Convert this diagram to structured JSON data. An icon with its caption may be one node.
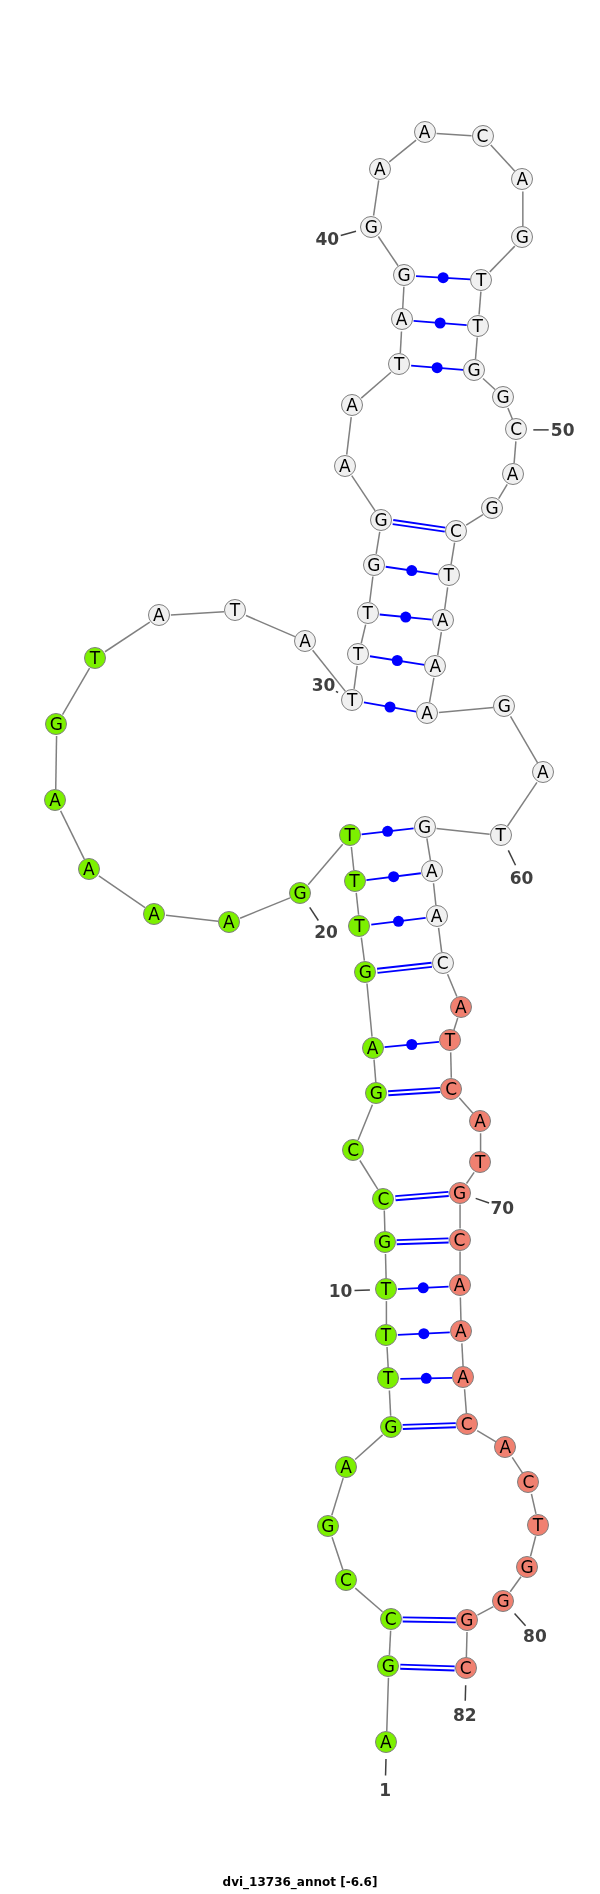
{
  "diagram": {
    "caption": "dvi_13736_annot [-6.6]",
    "nodes": [
      {
        "text": [
          "A"
        ],
        "beside": [
          "1"
        ]
      },
      {
        "text": [
          "G"
        ]
      },
      {
        "text": [
          "C"
        ]
      },
      {
        "text": [
          "C"
        ]
      },
      {
        "text": [
          "G"
        ]
      },
      {
        "text": [
          "A"
        ]
      },
      {
        "text": [
          "G"
        ]
      },
      {
        "text": [
          "T"
        ]
      },
      {
        "text": [
          "T"
        ]
      },
      {
        "text": [
          "T"
        ],
        "beside": [
          "10"
        ]
      },
      {
        "text": [
          "G"
        ]
      },
      {
        "text": [
          "C"
        ]
      },
      {
        "text": [
          "C"
        ]
      },
      {
        "text": [
          "G"
        ]
      },
      {
        "text": [
          "A"
        ]
      },
      {
        "text": [
          "G"
        ]
      },
      {
        "text": [
          "T"
        ]
      },
      {
        "text": [
          "T"
        ]
      },
      {
        "text": [
          "T"
        ]
      },
      {
        "text": [
          "G"
        ],
        "beside": [
          "20"
        ]
      },
      {
        "text": [
          "A"
        ]
      },
      {
        "text": [
          "A"
        ]
      },
      {
        "text": [
          "A"
        ]
      },
      {
        "text": [
          "A"
        ]
      },
      {
        "text": [
          "G"
        ]
      },
      {
        "text": [
          "T"
        ]
      },
      {
        "text": [
          "A"
        ]
      },
      {
        "text": [
          "T"
        ]
      },
      {
        "text": [
          "A"
        ]
      },
      {
        "text": [
          "T"
        ],
        "beside": [
          "30"
        ]
      },
      {
        "text": [
          "T"
        ]
      },
      {
        "text": [
          "T"
        ]
      },
      {
        "text": [
          "G"
        ]
      },
      {
        "text": [
          "G"
        ]
      },
      {
        "text": [
          "A"
        ]
      },
      {
        "text": [
          "A"
        ]
      },
      {
        "text": [
          "T"
        ]
      },
      {
        "text": [
          "A"
        ]
      },
      {
        "text": [
          "G"
        ]
      },
      {
        "text": [
          "G"
        ],
        "beside": [
          "40"
        ]
      },
      {
        "text": [
          "A"
        ]
      },
      {
        "text": [
          "A"
        ]
      },
      {
        "text": [
          "C"
        ]
      },
      {
        "text": [
          "A"
        ]
      },
      {
        "text": [
          "G"
        ]
      },
      {
        "text": [
          "T"
        ]
      },
      {
        "text": [
          "T"
        ]
      },
      {
        "text": [
          "G"
        ]
      },
      {
        "text": [
          "G"
        ]
      },
      {
        "text": [
          "C"
        ],
        "beside": [
          "50"
        ]
      },
      {
        "text": [
          "A"
        ]
      },
      {
        "text": [
          "G"
        ]
      },
      {
        "text": [
          "C"
        ]
      },
      {
        "text": [
          "T"
        ]
      },
      {
        "text": [
          "A"
        ]
      },
      {
        "text": [
          "A"
        ]
      },
      {
        "text": [
          "A"
        ]
      },
      {
        "text": [
          "G"
        ]
      },
      {
        "text": [
          "A"
        ]
      },
      {
        "text": [
          "T"
        ],
        "beside": [
          "60"
        ]
      },
      {
        "text": [
          "G"
        ]
      },
      {
        "text": [
          "A"
        ]
      },
      {
        "text": [
          "A"
        ]
      },
      {
        "text": [
          "C"
        ]
      },
      {
        "text": [
          "A"
        ]
      },
      {
        "text": [
          "T"
        ]
      },
      {
        "text": [
          "C"
        ]
      },
      {
        "text": [
          "A"
        ]
      },
      {
        "text": [
          "T"
        ]
      },
      {
        "text": [
          "G"
        ],
        "beside": [
          "70"
        ]
      },
      {
        "text": [
          "C"
        ]
      },
      {
        "text": [
          "A"
        ]
      },
      {
        "text": [
          "A"
        ]
      },
      {
        "text": [
          "A"
        ]
      },
      {
        "text": [
          "C"
        ]
      },
      {
        "text": [
          "A"
        ]
      },
      {
        "text": [
          "C"
        ]
      },
      {
        "text": [
          "T"
        ]
      },
      {
        "text": [
          "G"
        ]
      },
      {
        "text": [
          "G"
        ],
        "beside": [
          "80"
        ]
      },
      {
        "text": [
          "G"
        ]
      },
      {
        "text": [
          "C"
        ],
        "beside": [
          "82"
        ]
      }
    ],
    "edges": [
      {
        "from": 0,
        "to": 1,
        "arrow": "none"
      },
      {
        "from": 1,
        "to": 2,
        "arrow": "none"
      },
      {
        "from": 2,
        "to": 3,
        "arrow": "none"
      },
      {
        "from": 3,
        "to": 4,
        "arrow": "none"
      },
      {
        "from": 4,
        "to": 5,
        "arrow": "none"
      },
      {
        "from": 5,
        "to": 6,
        "arrow": "none"
      },
      {
        "from": 6,
        "to": 7,
        "arrow": "none"
      },
      {
        "from": 7,
        "to": 8,
        "arrow": "none"
      },
      {
        "from": 8,
        "to": 9,
        "arrow": "none"
      },
      {
        "from": 9,
        "to": 10,
        "arrow": "none"
      },
      {
        "from": 10,
        "to": 11,
        "arrow": "none"
      },
      {
        "from": 11,
        "to": 12,
        "arrow": "none"
      },
      {
        "from": 12,
        "to": 13,
        "arrow": "none"
      },
      {
        "from": 13,
        "to": 14,
        "arrow": "none"
      },
      {
        "from": 14,
        "to": 15,
        "arrow": "none"
      },
      {
        "from": 15,
        "to": 16,
        "arrow": "none"
      },
      {
        "from": 16,
        "to": 17,
        "arrow": "none"
      },
      {
        "from": 17,
        "to": 18,
        "arrow": "none"
      },
      {
        "from": 18,
        "to": 19,
        "arrow": "none"
      },
      {
        "from": 19,
        "to": 20,
        "arrow": "none"
      },
      {
        "from": 20,
        "to": 21,
        "arrow": "none"
      },
      {
        "from": 21,
        "to": 22,
        "arrow": "none"
      },
      {
        "from": 22,
        "to": 23,
        "arrow": "none"
      },
      {
        "from": 23,
        "to": 24,
        "arrow": "none"
      },
      {
        "from": 24,
        "to": 25,
        "arrow": "none"
      },
      {
        "from": 25,
        "to": 26,
        "arrow": "none"
      },
      {
        "from": 26,
        "to": 27,
        "arrow": "none"
      },
      {
        "from": 27,
        "to": 28,
        "arrow": "none"
      },
      {
        "from": 28,
        "to": 29,
        "arrow": "none"
      },
      {
        "from": 29,
        "to": 30,
        "arrow": "none"
      },
      {
        "from": 30,
        "to": 31,
        "arrow": "none"
      },
      {
        "from": 31,
        "to": 32,
        "arrow": "none"
      },
      {
        "from": 32,
        "to": 33,
        "arrow": "none"
      },
      {
        "from": 33,
        "to": 34,
        "arrow": "none"
      },
      {
        "from": 34,
        "to": 35,
        "arrow": "none"
      },
      {
        "from": 35,
        "to": 36,
        "arrow": "none"
      },
      {
        "from": 36,
        "to": 37,
        "arrow": "none"
      },
      {
        "from": 37,
        "to": 38,
        "arrow": "none"
      },
      {
        "from": 38,
        "to": 39,
        "arrow": "none"
      },
      {
        "from": 39,
        "to": 40,
        "arrow": "none"
      },
      {
        "from": 40,
        "to": 41,
        "arrow": "none"
      },
      {
        "from": 41,
        "to": 42,
        "arrow": "none"
      },
      {
        "from": 42,
        "to": 43,
        "arrow": "none"
      },
      {
        "from": 43,
        "to": 44,
        "arrow": "none"
      },
      {
        "from": 44,
        "to": 45,
        "arrow": "none"
      },
      {
        "from": 45,
        "to": 46,
        "arrow": "none"
      },
      {
        "from": 46,
        "to": 47,
        "arrow": "none"
      },
      {
        "from": 47,
        "to": 48,
        "arrow": "none"
      },
      {
        "from": 48,
        "to": 49,
        "arrow": "none"
      },
      {
        "from": 49,
        "to": 50,
        "arrow": "none"
      },
      {
        "from": 50,
        "to": 51,
        "arrow": "none"
      },
      {
        "from": 51,
        "to": 52,
        "arrow": "none"
      },
      {
        "from": 52,
        "to": 53,
        "arrow": "none"
      },
      {
        "from": 53,
        "to": 54,
        "arrow": "none"
      },
      {
        "from": 54,
        "to": 55,
        "arrow": "none"
      },
      {
        "from": 55,
        "to": 56,
        "arrow": "none"
      },
      {
        "from": 56,
        "to": 57,
        "arrow": "none"
      },
      {
        "from": 57,
        "to": 58,
        "arrow": "none"
      },
      {
        "from": 58,
        "to": 59,
        "arrow": "none"
      },
      {
        "from": 59,
        "to": 60,
        "arrow": "none"
      },
      {
        "from": 60,
        "to": 61,
        "arrow": "none"
      },
      {
        "from": 61,
        "to": 62,
        "arrow": "none"
      },
      {
        "from": 62,
        "to": 63,
        "arrow": "none"
      },
      {
        "from": 63,
        "to": 64,
        "arrow": "none"
      },
      {
        "from": 64,
        "to": 65,
        "arrow": "none"
      },
      {
        "from": 65,
        "to": 66,
        "arrow": "none"
      },
      {
        "from": 66,
        "to": 67,
        "arrow": "none"
      },
      {
        "from": 67,
        "to": 68,
        "arrow": "none"
      },
      {
        "from": 68,
        "to": 69,
        "arrow": "none"
      },
      {
        "from": 69,
        "to": 70,
        "arrow": "none"
      },
      {
        "from": 70,
        "to": 71,
        "arrow": "none"
      },
      {
        "from": 71,
        "to": 72,
        "arrow": "none"
      },
      {
        "from": 72,
        "to": 73,
        "arrow": "none"
      },
      {
        "from": 73,
        "to": 74,
        "arrow": "none"
      },
      {
        "from": 74,
        "to": 75,
        "arrow": "none"
      },
      {
        "from": 75,
        "to": 76,
        "arrow": "none"
      },
      {
        "from": 76,
        "to": 77,
        "arrow": "none"
      },
      {
        "from": 77,
        "to": 78,
        "arrow": "none"
      },
      {
        "from": 78,
        "to": 79,
        "arrow": "none"
      },
      {
        "from": 79,
        "to": 80,
        "arrow": "none"
      },
      {
        "from": 80,
        "to": 81,
        "arrow": "none"
      },
      {
        "from": 1,
        "to": 81,
        "arrow": "none",
        "style": "thick",
        "color": "#0000ff"
      },
      {
        "from": 2,
        "to": 80,
        "arrow": "none",
        "style": "thick",
        "color": "#0000ff"
      },
      {
        "from": 6,
        "to": 74,
        "arrow": "none",
        "style": "thick",
        "color": "#0000ff"
      },
      {
        "from": 7,
        "to": 73,
        "arrow": "none",
        "color": "#0000ff"
      },
      {
        "from": 8,
        "to": 72,
        "arrow": "none",
        "color": "#0000ff"
      },
      {
        "from": 9,
        "to": 71,
        "arrow": "none",
        "color": "#0000ff"
      },
      {
        "from": 10,
        "to": 70,
        "arrow": "none",
        "style": "thick",
        "color": "#0000ff"
      },
      {
        "from": 11,
        "to": 69,
        "arrow": "none",
        "style": "thick",
        "color": "#0000ff"
      },
      {
        "from": 13,
        "to": 66,
        "arrow": "none",
        "style": "thick",
        "color": "#0000ff"
      },
      {
        "from": 14,
        "to": 65,
        "arrow": "none",
        "color": "#0000ff"
      },
      {
        "from": 15,
        "to": 63,
        "arrow": "none",
        "style": "thick",
        "color": "#0000ff"
      },
      {
        "from": 16,
        "to": 62,
        "arrow": "none",
        "color": "#0000ff"
      },
      {
        "from": 17,
        "to": 61,
        "arrow": "none",
        "color": "#0000ff"
      },
      {
        "from": 18,
        "to": 60,
        "arrow": "none",
        "color": "#0000ff"
      },
      {
        "from": 29,
        "to": 56,
        "arrow": "none",
        "color": "#0000ff"
      },
      {
        "from": 30,
        "to": 55,
        "arrow": "none",
        "color": "#0000ff"
      },
      {
        "from": 31,
        "to": 54,
        "arrow": "none",
        "color": "#0000ff"
      },
      {
        "from": 32,
        "to": 53,
        "arrow": "none",
        "color": "#0000ff"
      },
      {
        "from": 33,
        "to": 52,
        "arrow": "none",
        "style": "thick",
        "color": "#0000ff"
      },
      {
        "from": 36,
        "to": 47,
        "arrow": "none",
        "color": "#0000ff"
      },
      {
        "from": 37,
        "to": 46,
        "arrow": "none",
        "color": "#0000ff"
      },
      {
        "from": 38,
        "to": 45,
        "arrow": "none",
        "color": "#0000ff"
      }
    ]
  }
}
